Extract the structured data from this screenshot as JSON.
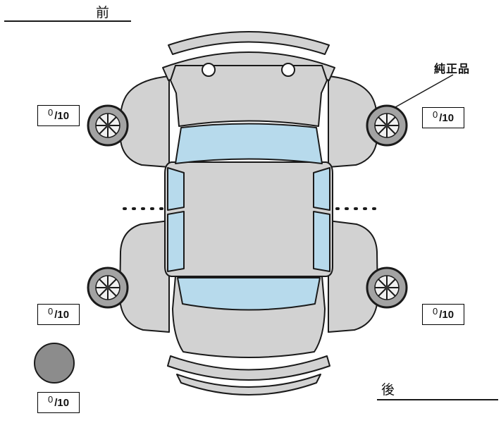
{
  "diagram": {
    "front_label": "前",
    "rear_label": "後",
    "genuine_part_label": "純正品"
  },
  "tread_scores": {
    "front_left": {
      "value": "0",
      "scale": "/10"
    },
    "front_right": {
      "value": "0",
      "scale": "/10"
    },
    "rear_left": {
      "value": "0",
      "scale": "/10"
    },
    "rear_right": {
      "value": "0",
      "scale": "/10"
    },
    "spare": {
      "value": "0",
      "scale": "/10"
    }
  },
  "icons": {
    "wheels": [
      "wheel-front-left-icon",
      "wheel-front-right-icon",
      "wheel-rear-left-icon",
      "wheel-rear-right-icon"
    ],
    "spare_tire": "spare-tire-icon"
  },
  "colors": {
    "body_fill": "#d2d2d2",
    "glass_fill": "#b7daec",
    "wheel_fill": "#a3a3a3",
    "spare_fill": "#8c8c8c",
    "outline": "#1a1a1a"
  }
}
